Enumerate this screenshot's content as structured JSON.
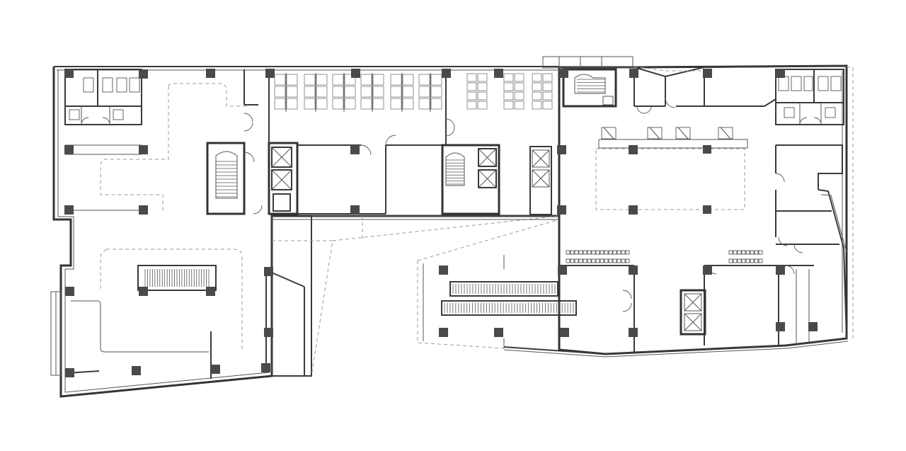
{
  "drawing": {
    "type": "architectural floor plan",
    "labels": []
  },
  "colors": {
    "background": "#ffffff",
    "wall": "#3a3a3a",
    "column": "#4a4a4a",
    "dashed_line": "#9a9a9a"
  },
  "elements": {
    "restroom_blocks": 2,
    "elevator_cores": 4,
    "stair_cores": 3,
    "escalator_sets": 2
  }
}
